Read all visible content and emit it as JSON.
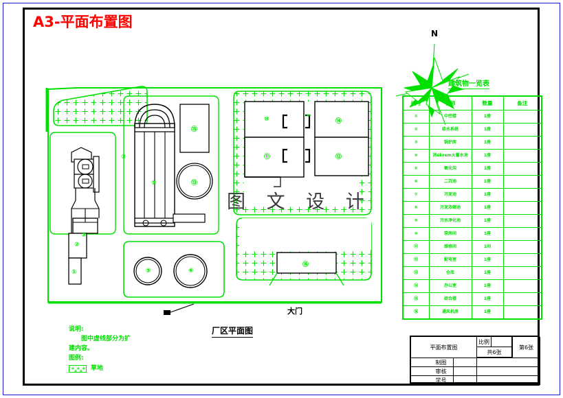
{
  "sheet": {
    "title": "A3-平面布置图",
    "title_color": "#ff0000",
    "border_color": "#1414d2",
    "frame_color": "#000000",
    "green": "#00e000"
  },
  "watermark": {
    "text": "图 文 设 计"
  },
  "compass": {
    "label": "N",
    "icon": "compass-rose-icon"
  },
  "plan": {
    "caption": "厂区平面图",
    "gate_label": "大门",
    "callouts": [
      "①",
      "②",
      "③",
      "④",
      "⑤",
      "⑥",
      "⑦",
      "⑧",
      "⑨",
      "⑩",
      "⑪",
      "⑫",
      "⑬",
      "⑭",
      "⑮",
      "⑯"
    ]
  },
  "plant_table": {
    "title": "建筑物一览表",
    "headers": [
      "编号",
      "名称",
      "数量",
      "备注"
    ],
    "rows": [
      {
        "no": "①",
        "name": "中控楼",
        "qty": "1座",
        "remark": ""
      },
      {
        "no": "②",
        "name": "给水系统",
        "qty": "1座",
        "remark": ""
      },
      {
        "no": "③",
        "name": "锅炉房",
        "qty": "1座",
        "remark": ""
      },
      {
        "no": "④",
        "name": "消úkrem火蓄水池",
        "qty": "1座",
        "remark": ""
      },
      {
        "no": "⑤",
        "name": "氧化沟",
        "qty": "1座",
        "remark": ""
      },
      {
        "no": "⑥",
        "name": "二沉池",
        "qty": "1座",
        "remark": ""
      },
      {
        "no": "⑦",
        "name": "污泥池",
        "qty": "1座",
        "remark": ""
      },
      {
        "no": "⑧",
        "name": "污泥浓缩池",
        "qty": "1座",
        "remark": ""
      },
      {
        "no": "⑨",
        "name": "污水净化池",
        "qty": "1座",
        "remark": ""
      },
      {
        "no": "⑩",
        "name": "泵房间",
        "qty": "1座",
        "remark": ""
      },
      {
        "no": "⑪",
        "name": "维修间",
        "qty": "1间",
        "remark": ""
      },
      {
        "no": "⑫",
        "name": "配电室",
        "qty": "1座",
        "remark": ""
      },
      {
        "no": "⑬",
        "name": "仓库",
        "qty": "1座",
        "remark": ""
      },
      {
        "no": "⑭",
        "name": "办公室",
        "qty": "1座",
        "remark": ""
      },
      {
        "no": "⑮",
        "name": "综合楼",
        "qty": "1座",
        "remark": ""
      },
      {
        "no": "⑯",
        "name": "通风机房",
        "qty": "1座",
        "remark": ""
      }
    ]
  },
  "notes": {
    "heading": "说明:",
    "line1": "图中虚线部分为扩",
    "line2": "建内容。",
    "legend_heading": "图例:",
    "legend_item": "草地"
  },
  "title_block": {
    "drawing_name": "平面布置图",
    "scale_label": "比例",
    "scale_value": "",
    "total_sheets": "共6张",
    "sheet_no": "第6张",
    "row_labels": [
      "制图",
      "审核",
      "学号"
    ],
    "row_values": [
      "",
      "",
      ""
    ]
  }
}
